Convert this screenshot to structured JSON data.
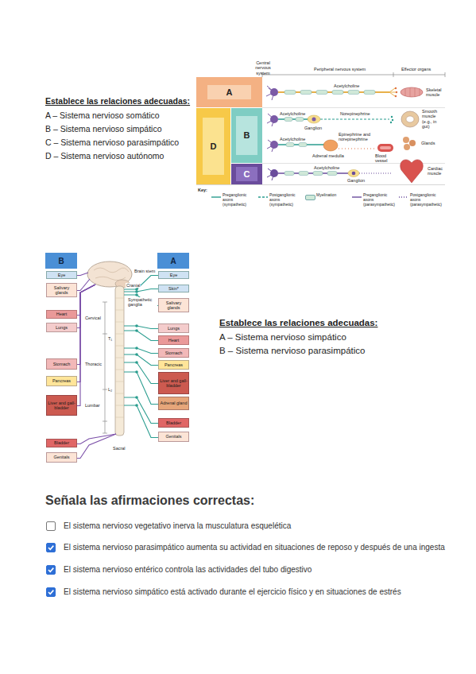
{
  "diagram": {
    "nodes": [
      {
        "text": [
          "A"
        ]
      },
      {
        "text": [
          "D"
        ]
      },
      {
        "text": [
          "B"
        ]
      },
      {
        "text": [
          "C"
        ]
      },
      {
        "text": [
          "B"
        ]
      },
      {
        "text": [
          "A"
        ]
      },
      {
        "text": [
          "Eye"
        ]
      },
      {
        "text": [
          "Salivary glands"
        ]
      },
      {
        "text": [
          "Heart"
        ]
      },
      {
        "text": [
          "Lungs"
        ]
      },
      {
        "text": [
          "Stomach"
        ]
      },
      {
        "text": [
          "Pancreas"
        ]
      },
      {
        "text": [
          "Liver and gall-bladder"
        ]
      },
      {
        "text": [
          "Bladder"
        ]
      },
      {
        "text": [
          "Genitals"
        ]
      },
      {
        "text": [
          "Eye"
        ]
      },
      {
        "text": [
          "Skin*"
        ]
      },
      {
        "text": [
          "Salivary glands"
        ]
      },
      {
        "text": [
          "Lungs"
        ]
      },
      {
        "text": [
          "Heart"
        ]
      },
      {
        "text": [
          "Stomach"
        ]
      },
      {
        "text": [
          "Pancreas"
        ]
      },
      {
        "text": [
          "Liver and gall-bladder"
        ]
      },
      {
        "text": [
          "Adrenal gland"
        ]
      },
      {
        "text": [
          "Bladder"
        ]
      },
      {
        "text": [
          "Genitals"
        ]
      }
    ],
    "labels": [
      "Establece las relaciones adecuadas:",
      "A – Sistema nervioso somático",
      "B – Sistema nervioso simpático",
      "C – Sistema nervioso parasimpático",
      "D – Sistema nervioso autónomo",
      "Central nervous system",
      "Peripheral nervous system",
      "Effector organs",
      "Acetylcholine",
      "Skeletal muscle",
      "Acetylcholine",
      "Norepinephrine",
      "Ganglion",
      "Smooth muscle (e.g., in gut)",
      "Acetylcholine",
      "Epinephrine and norepinephrine",
      "Adrenal medulla",
      "Blood vessel",
      "Glands",
      "Acetylcholine",
      "Ganglion",
      "Cardiac muscle",
      "Key:",
      "Brain stem",
      "Cranial",
      "Sympathetic ganglia",
      "Cervical",
      "T₁",
      "Thoracic",
      "L₂",
      "Lumbar",
      "Sacral",
      "Establece las relaciones adecuadas:",
      "A – Sistema nervioso simpático",
      "B – Sistema nervioso parasimpático",
      "Señala las afirmaciones correctas:",
      "El sistema nervioso vegetativo inerva la musculatura esquelética",
      "El sistema nervioso parasimpático aumenta su actividad en situaciones de reposo y después de una ingesta",
      "El sistema nervioso entérico controla las actividades del tubo digestivo",
      "El sistema nervioso simpático está activado durante el ejercicio físico y en situaciones de estrés"
    ],
    "legend": [
      {
        "text": "Preganglionic axons (sympathetic)"
      },
      {
        "text": "Postganglionic axons (sympathetic)"
      },
      {
        "text": "Myelination",
        "color": "#cfe8d8"
      },
      {
        "text": "Preganglionic axons (parasympathetic)"
      },
      {
        "text": "Postganglionic axons (parasympathetic)"
      }
    ]
  }
}
